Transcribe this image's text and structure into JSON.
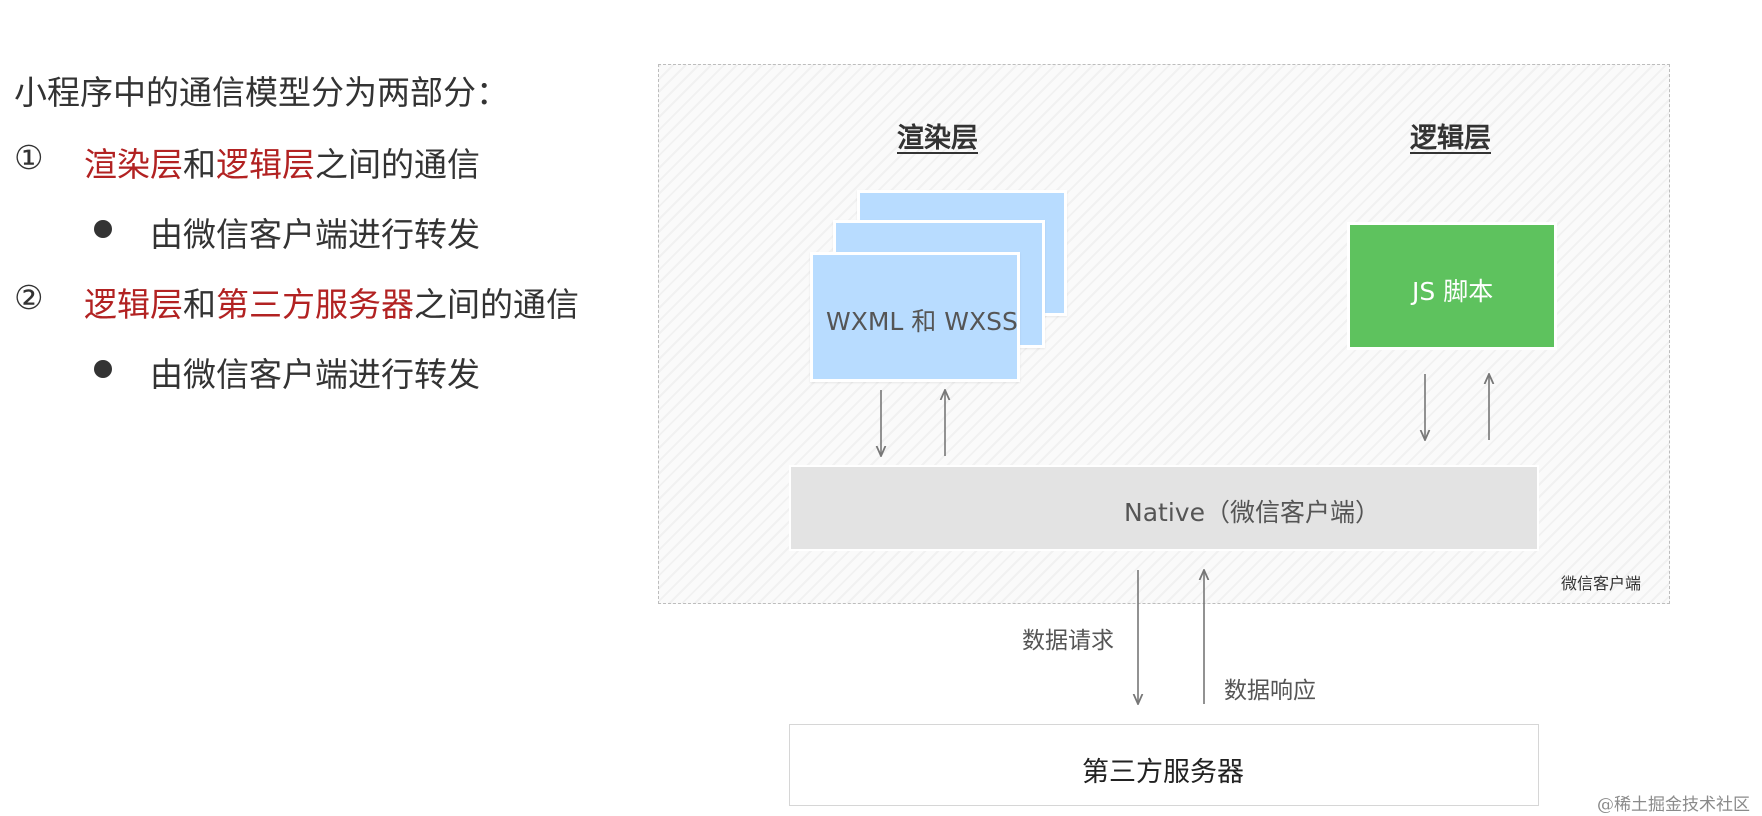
{
  "left_panel": {
    "heading": "小程序中的通信模型分为两部分：",
    "item1": {
      "marker": "①",
      "part_a": "渲染层",
      "join": "和",
      "part_b": "逻辑层",
      "tail": "之间的通信",
      "sub": "由微信客户端进行转发"
    },
    "item2": {
      "marker": "②",
      "part_a": "逻辑层",
      "join": "和",
      "part_b": "第三方服务器",
      "tail": "之间的通信",
      "sub": "由微信客户端进行转发"
    },
    "highlight_color": "#b22222"
  },
  "diagram": {
    "render_layer_title": "渲染层",
    "logic_layer_title": "逻辑层",
    "render_card_text": "WXML 和 WXSS",
    "js_box_text": "JS 脚本",
    "native_text": "Native（微信客户端）",
    "client_label": "微信客户端",
    "request_label": "数据请求",
    "response_label": "数据响应",
    "server_text": "第三方服务器",
    "colors": {
      "render_card": "#b8dcff",
      "js_box": "#5ec25e",
      "native_bar": "#e3e3e3"
    }
  },
  "watermark": "@稀土掘金技术社区"
}
